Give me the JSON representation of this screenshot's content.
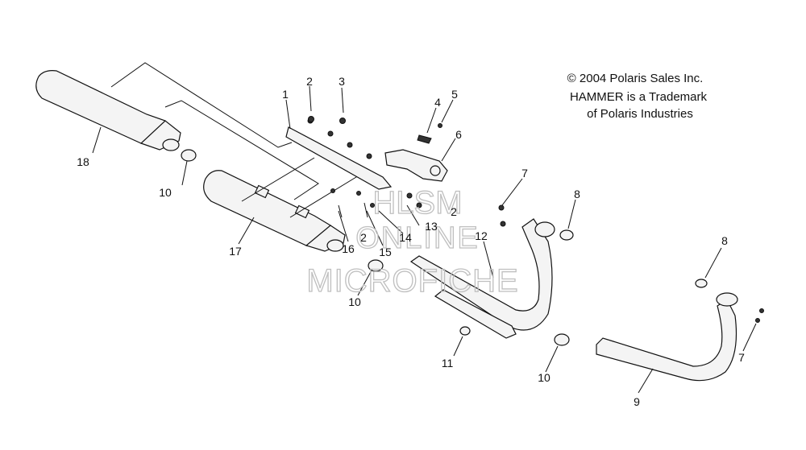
{
  "copyright": {
    "line1": "© 2004 Polaris Sales Inc.",
    "line2": "HAMMER is a Trademark",
    "line3": "of Polaris Industries"
  },
  "watermark": {
    "line1": "HLSM",
    "line2": "ONLINE",
    "line3": "MICROFICHE"
  },
  "callouts": {
    "c1": "1",
    "c2a": "2",
    "c2b": "2",
    "c2c": "2",
    "c3": "3",
    "c4": "4",
    "c5": "5",
    "c6": "6",
    "c7a": "7",
    "c7b": "7",
    "c8a": "8",
    "c8b": "8",
    "c9": "9",
    "c10a": "10",
    "c10b": "10",
    "c10c": "10",
    "c11": "11",
    "c12": "12",
    "c13": "13",
    "c14": "14",
    "c15": "15",
    "c16": "16",
    "c17": "17",
    "c18": "18"
  }
}
